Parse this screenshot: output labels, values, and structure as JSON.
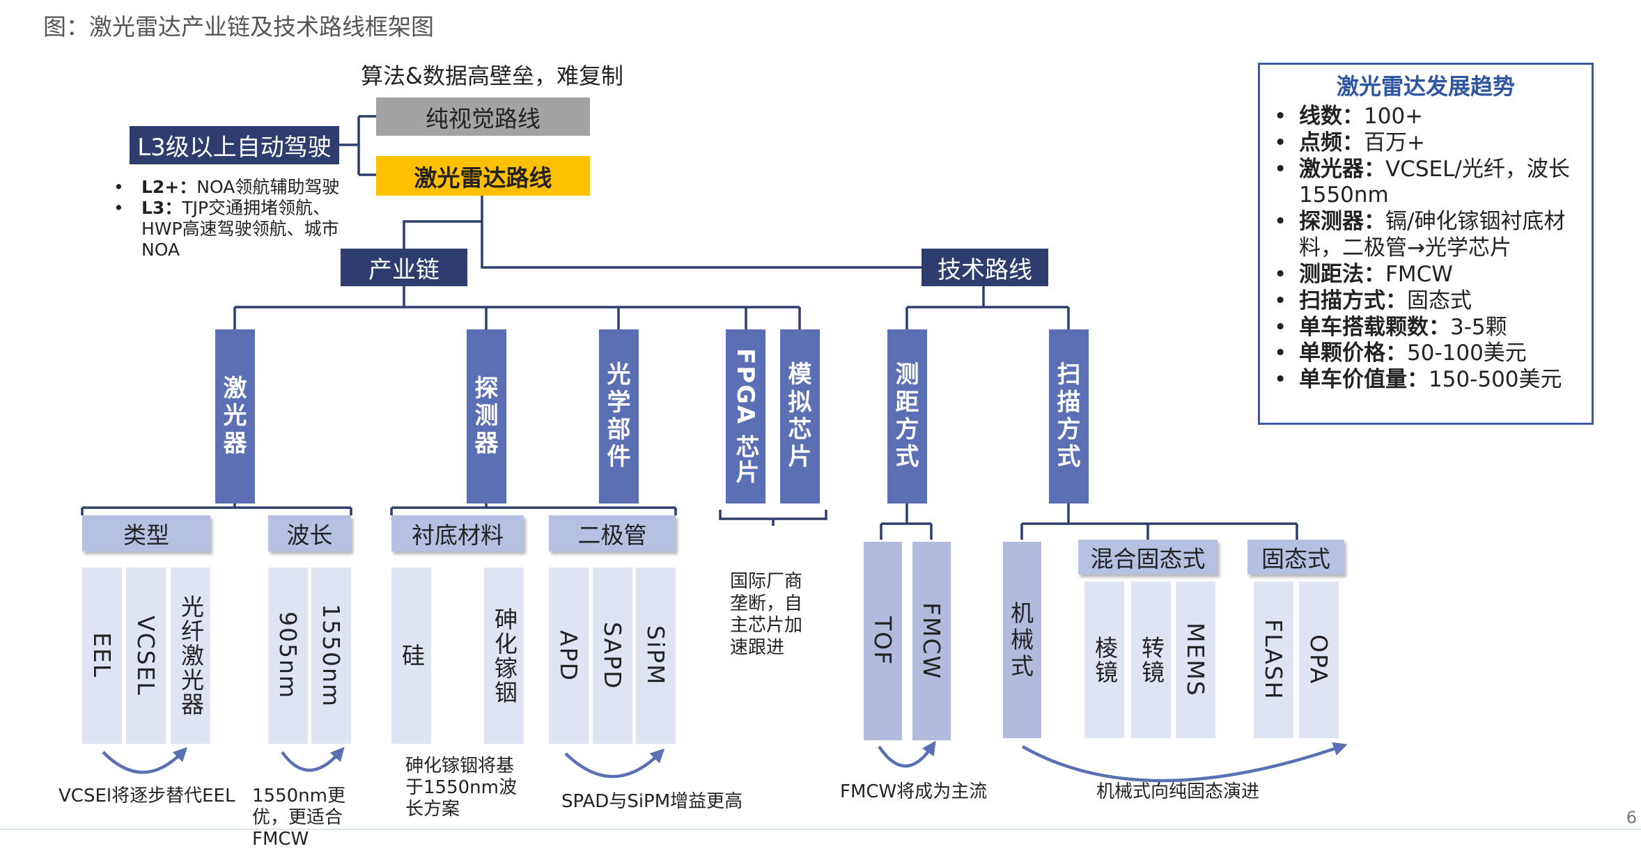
{
  "title": "图：激光雷达产业链及技术路线框架图",
  "top": {
    "algo_note": "算法&数据高壁垒，难复制",
    "pure_vision": "纯视觉路线",
    "lidar_route": "激光雷达路线",
    "l3": "L3级以上自动驾驶",
    "levels": [
      {
        "tag": "L2+：",
        "text": "NOA领航辅助驾驶"
      },
      {
        "tag": "L3：",
        "text": "TJP交通拥堵领航、HWP高速驾驶领航、城市NOA"
      }
    ]
  },
  "chain": {
    "label": "产业链",
    "laser": {
      "label": "激光器",
      "type": "类型",
      "wavelength": "波长",
      "types": [
        "EEL",
        "VCSEL",
        "光纤激光器"
      ],
      "waves": [
        "905nm",
        "1550nm"
      ],
      "note_type": "VCSEl将逐步替代EEL",
      "note_wave": "1550nm更优，更适合FMCW"
    },
    "detector": {
      "label": "探测器",
      "substrate": "衬底材料",
      "diode": "二极管",
      "substrates": [
        "硅",
        "砷化镓铟"
      ],
      "diodes": [
        "APD",
        "SAPD",
        "SiPM"
      ],
      "note_substrate": "砷化镓铟将基于1550nm波长方案",
      "note_diode": "SPAD与SiPM增益更高"
    },
    "optics": "光学部件",
    "fpga": "FPGA 芯片",
    "analog": "模拟芯片",
    "chip_note": "国际厂商垄断，自主芯片加速跟进"
  },
  "tech": {
    "label": "技术路线",
    "ranging": {
      "label": "测距方式",
      "items": [
        "TOF",
        "FMCW"
      ],
      "note": "FMCW将成为主流"
    },
    "scanning": {
      "label": "扫描方式",
      "mechanical": "机械式",
      "hybrid": "混合固态式",
      "hybrid_items": [
        "棱镜",
        "转镜",
        "MEMS"
      ],
      "solid": "固态式",
      "solid_items": [
        "FLASH",
        "OPA"
      ],
      "note": "机械式向纯固态演进"
    }
  },
  "trend": {
    "title": "激光雷达发展趋势",
    "items": [
      {
        "k": "线数：",
        "v": "100+"
      },
      {
        "k": "点频：",
        "v": "百万+"
      },
      {
        "k": "激光器：",
        "v": "VCSEL/光纤，波长1550nm"
      },
      {
        "k": "探测器：",
        "v": "镉/砷化镓铟衬底材料，二极管→光学芯片"
      },
      {
        "k": "测距法：",
        "v": "FMCW"
      },
      {
        "k": "扫描方式：",
        "v": "固态式"
      },
      {
        "k": "单车搭载颗数：",
        "v": "3-5颗"
      },
      {
        "k": "单颗价格：",
        "v": "50-100美元"
      },
      {
        "k": "单车价值量：",
        "v": "150-500美元"
      }
    ]
  },
  "page_number": "6",
  "colors": {
    "dark_blue": "#2f3d6e",
    "mid_blue": "#5b6fb4",
    "light_blue": "#b6c0e2",
    "pale_blue": "#dfe4f2",
    "yellow": "#ffc000",
    "gray": "#a3a3a3",
    "trend_border": "#3e58a0"
  }
}
